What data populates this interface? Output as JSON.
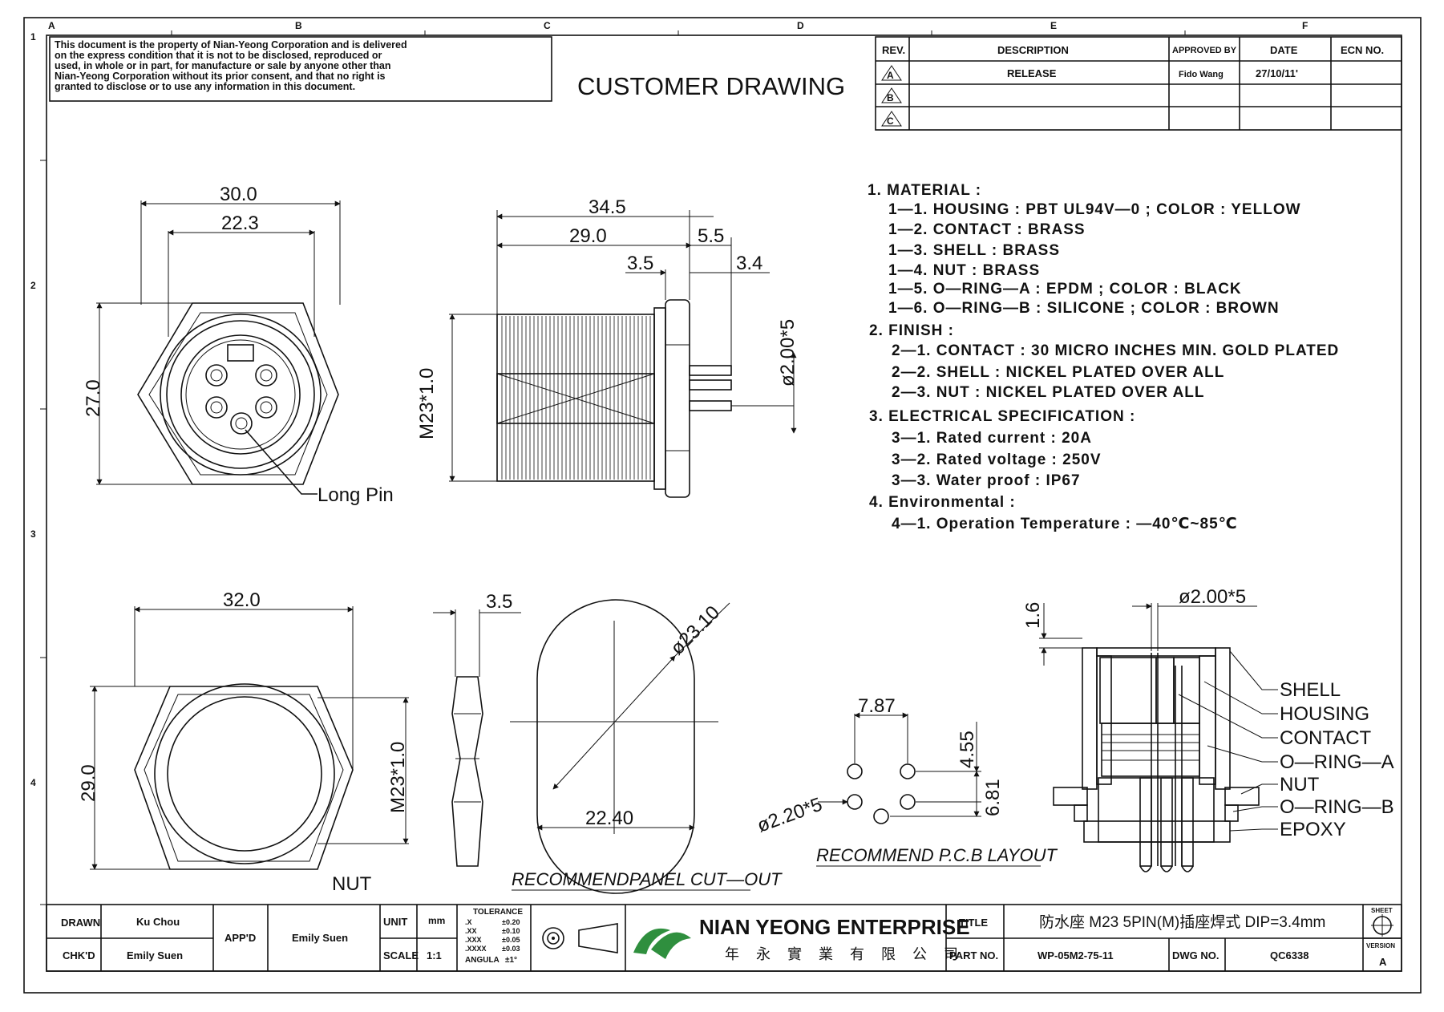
{
  "zone_letters": [
    "A",
    "B",
    "C",
    "D",
    "E",
    "F"
  ],
  "zone_numbers": [
    "1",
    "2",
    "3",
    "4"
  ],
  "disclaimer": [
    "This document is the property of Nian-Yeong Corporation and is delivered",
    "on  the  express condition that it is not to be disclosed, reproduced or",
    "used, in whole or in part, for manufacture or sale by anyone other than",
    "Nian-Yeong Corporation without  its prior consent, and that  no right  is",
    "granted  to disclose  or  to use any information in this  document."
  ],
  "heading": "CUSTOMER  DRAWING",
  "revision_table": {
    "headers": [
      "REV.",
      "DESCRIPTION",
      "APPROVED BY",
      "DATE",
      "ECN NO."
    ],
    "rows": [
      {
        "rev": "A",
        "description": "RELEASE",
        "approved_by": "Fido Wang",
        "date": "27/10/11'",
        "ecn": ""
      },
      {
        "rev": "B",
        "description": "",
        "approved_by": "",
        "date": "",
        "ecn": ""
      },
      {
        "rev": "C",
        "description": "",
        "approved_by": "",
        "date": "",
        "ecn": ""
      }
    ]
  },
  "notes": [
    "1.  MATERIAL  :",
    "1—1.  HOUSING  :  PBT  UL94V—0  ;  COLOR  :  YELLOW",
    "1—2.  CONTACT  :  BRASS",
    "1—3.  SHELL  :  BRASS",
    "1—4.  NUT  :  BRASS",
    "1—5.  O—RING—A  :  EPDM  ;  COLOR  :  BLACK",
    "1—6.  O—RING—B  :  SILICONE  ;  COLOR  :  BROWN",
    "2.  FINISH  :",
    "2—1.  CONTACT  :  30  MICRO  INCHES  MIN.  GOLD  PLATED",
    "2—2.  SHELL  :  NICKEL  PLATED  OVER  ALL",
    "2—3.  NUT  :  NICKEL  PLATED  OVER  ALL",
    "3.  ELECTRICAL  SPECIFICATION  :",
    "3—1.  Rated  current  :  20A",
    "3—2.  Rated  voltage  :  250V",
    "3—3.  Water  proof  :  IP67",
    "4.  Environmental  :",
    "4—1.  Operation  Temperature  :  —40℃~85℃"
  ],
  "front_view": {
    "dim_width_outer": "30.0",
    "dim_width_inner": "22.3",
    "dim_height": "27.0",
    "label_long_pin": "Long Pin"
  },
  "side_view": {
    "dim_total": "34.5",
    "dim_body": "29.0",
    "dim_flange": "5.5",
    "dim_a": "3.5",
    "dim_b": "3.4",
    "dim_thread": "M23*1.0",
    "dim_pin_dia": "ø2.00*5"
  },
  "nut_view": {
    "dim_width": "32.0",
    "dim_height": "29.0",
    "dim_thread": "M23*1.0",
    "label": "NUT",
    "dim_thickness": "3.5"
  },
  "cutout": {
    "dim_dia": "ø23.10",
    "dim_flat": "22.40",
    "caption": "RECOMMENDPANEL  CUT—OUT"
  },
  "pcb": {
    "dim_h": "7.87",
    "dim_v1": "4.55",
    "dim_v2": "6.81",
    "dim_hole": "ø2.20*5",
    "caption": "RECOMMEND  P.C.B  LAYOUT"
  },
  "section": {
    "dim_top": "1.6",
    "dim_pin": "ø2.00*5",
    "labels": [
      "SHELL",
      "HOUSING",
      "CONTACT",
      "O—RING—A",
      "NUT",
      "O—RING—B",
      "EPOXY"
    ]
  },
  "title_block": {
    "drawn_label": "DRAWN",
    "drawn": "Ku Chou",
    "checked_label": "CHK'D",
    "checked": "Emily Suen",
    "approved_label": "APP'D",
    "approved": "Emily Suen",
    "unit_label": "UNIT",
    "unit": "mm",
    "scale_label": "SCALE",
    "scale": "1:1",
    "tolerance_label": "TOLERANCE",
    "tolerance_rows": [
      [
        ".X",
        "±0.20"
      ],
      [
        ".XX",
        "±0.10"
      ],
      [
        ".XXX",
        "±0.05"
      ],
      [
        ".XXXX",
        "±0.03"
      ],
      [
        "ANGULA",
        "±1°"
      ]
    ],
    "company": "NIAN YEONG ENTERPRISE",
    "company_cn": "年 永 實 業 有 限 公 司",
    "title_label": "TITLE",
    "title": "防水座  M23  5PIN(M)插座焊式  DIP=3.4mm",
    "part_label": "PART NO.",
    "part_no": "WP-05M2-75-11",
    "dwg_label": "DWG NO.",
    "dwg_no": "QC6338",
    "sheet_label": "SHEET",
    "version_label": "VERSION",
    "version": "A"
  }
}
